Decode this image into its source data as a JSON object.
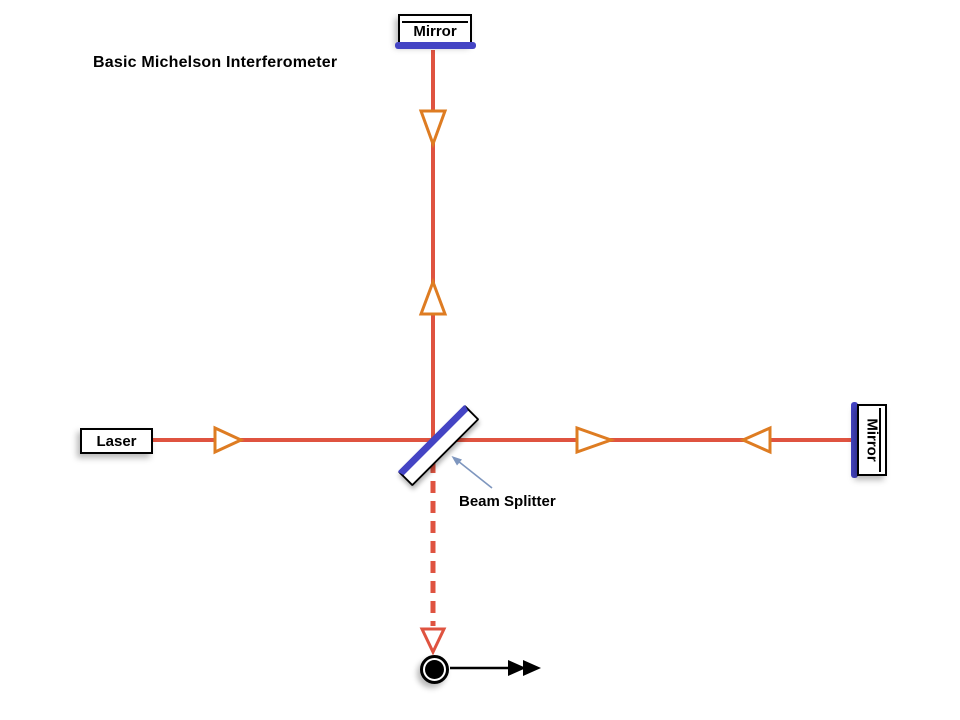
{
  "title": "Basic Michelson Interferometer",
  "components": {
    "laser": {
      "label": "Laser"
    },
    "mirror_top": {
      "label": "Mirror"
    },
    "mirror_right": {
      "label": "Mirror"
    },
    "beam_splitter": {
      "label": "Beam Splitter"
    }
  },
  "icons": {
    "beam_direction_arrow": "open-triangle",
    "output_arrow": "double-solid-triangle-right",
    "detector": "filled-circle-in-ring",
    "callout_pointer": "thin-arrow"
  },
  "colors": {
    "beam": "#DF5340",
    "arrow_orange": "#DE7C22",
    "mirror_blue": "#4444C4",
    "pointer_blue": "#7E96BE",
    "ink": "#000000"
  }
}
